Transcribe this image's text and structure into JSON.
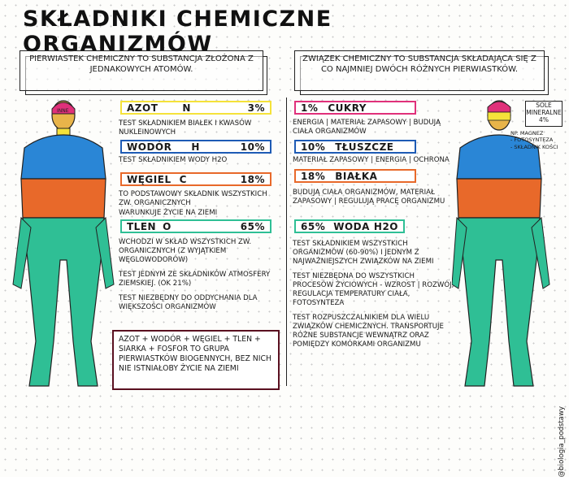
{
  "title": "SKŁADNIKI CHEMICZNE ORGANIZMÓW",
  "left_definition": "PIERWIASTEK CHEMICZNY TO SUBSTANCJA ZŁOŻONA Z JEDNAKOWYCH ATOMÓW.",
  "right_definition": "ZWIĄZEK CHEMICZNY TO SUBSTANCJA SKŁADAJĄCA SIĘ Z CO NAJMNIEJ DWÓCH RÓŻNYCH PIERWIASTKÓW.",
  "left_elements": [
    {
      "name": "AZOT",
      "symbol": "N",
      "percent": "3%",
      "notes": [
        "TEST SKŁADNIKIEM BIAŁEK I KWASÓW NUKLEINOWYCH"
      ]
    },
    {
      "name": "WODÓR",
      "symbol": "H",
      "percent": "10%",
      "notes": [
        "TEST SKŁADNIKIEM WODY H2O"
      ]
    },
    {
      "name": "WĘGIEL",
      "symbol": "C",
      "percent": "18%",
      "notes": [
        "TO PODSTAWOWY SKŁADNIK WSZYSTKICH ZW. ORGANICZNYCH",
        "WARUNKUJE ŻYCIE NA ZIEMI"
      ]
    },
    {
      "name": "TLEN",
      "symbol": "O",
      "percent": "65%",
      "notes": [
        "WCHODZI W SKŁAD WSZYSTKICH ZW. ORGANICZNYCH (Z WYJĄTKIEM WĘGLOWODORÓW)",
        "TEST JEDNYM ZE SKŁADNIKÓW ATMOSFERY ZIEMSKIEJ. (OK 21%)",
        "TEST NIEZBĘDNY DO ODDYCHANIA DLA WIĘKSZOŚCI ORGANIZMÓW"
      ]
    }
  ],
  "right_compounds": [
    {
      "name": "CUKRY",
      "formula": "",
      "percent": "1%",
      "notes": [
        "ENERGIA | MATERIAŁ ZAPASOWY | BUDUJĄ CIAŁA ORGANIZMÓW"
      ]
    },
    {
      "name": "TŁUSZCZE",
      "formula": "",
      "percent": "10%",
      "notes": [
        "MATERIAŁ ZAPASOWY | ENERGIA | OCHRONA"
      ]
    },
    {
      "name": "BIAŁKA",
      "formula": "",
      "percent": "18%",
      "notes": [
        "BUDUJĄ CIAŁA ORGANIZMÓW, MATERIAŁ ZAPASOWY | REGULUJĄ PRACĘ ORGANIZMU"
      ]
    },
    {
      "name": "WODA",
      "formula": "H2O",
      "percent": "65%",
      "notes": [
        "TEST SKŁADNIKIEM WSZYSTKICH ORGANIZMÓW (60-90%) I JEDNYM Z NAJWAŻNIEJSZYCH ZWIĄZKÓW NA ZIEMI",
        "TEST NIEZBĘDNA DO WSZYSTKICH PROCESÓW ŻYCIOWYCH - WZROST | ROZWÓJ, REGULACJA TEMPERATURY CIAŁA, FOTOSYNTEZA",
        "TEST ROZPUSZCZALNIKIEM DLA WIELU ZWIĄZKÓW CHEMICZNYCH. TRANSPORTUJE RÓŻNE SUBSTANCJE WEWNĄTRZ ORAZ POMIĘDZY KOMÓRKAMI ORGANIZMU"
      ]
    }
  ],
  "summary": "AZOT + WODÓR + WĘGIEL + TLEN + SIARKA + FOSFOR TO GRUPA PIERWIASTKÓW BIOGENNYCH, BEZ NICH NIE ISTNIAŁOBY ŻYCIE NA ZIEMI",
  "head_label_left": "INNE",
  "sole_box": "SOLE MINERALNE 4%",
  "sole_notes": [
    "NP. MAGNEZ",
    "- FOTOSYNTEZA",
    "- SKŁADNIK KOŚCI"
  ],
  "credit": "@biologia_podstawy",
  "colors": {
    "pink": "#e0307a",
    "yellow": "#f5e23a",
    "blue": "#2a86d6",
    "orange": "#e8692a",
    "green": "#2fbf95",
    "dark_red": "#7a1428",
    "blue_outline": "#1e5bb5"
  }
}
